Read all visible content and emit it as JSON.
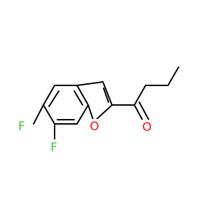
{
  "molecule": {
    "atoms": {
      "fluorine_top": {
        "symbol": "F",
        "color": "#33cc33"
      },
      "fluorine_bottom": {
        "symbol": "F",
        "color": "#33cc33"
      },
      "ring_oxygen": {
        "symbol": "O",
        "color": "#ff0d0d"
      },
      "carbonyl_oxygen": {
        "symbol": "O",
        "color": "#ff0d0d"
      }
    },
    "bond_color": "#000000"
  }
}
